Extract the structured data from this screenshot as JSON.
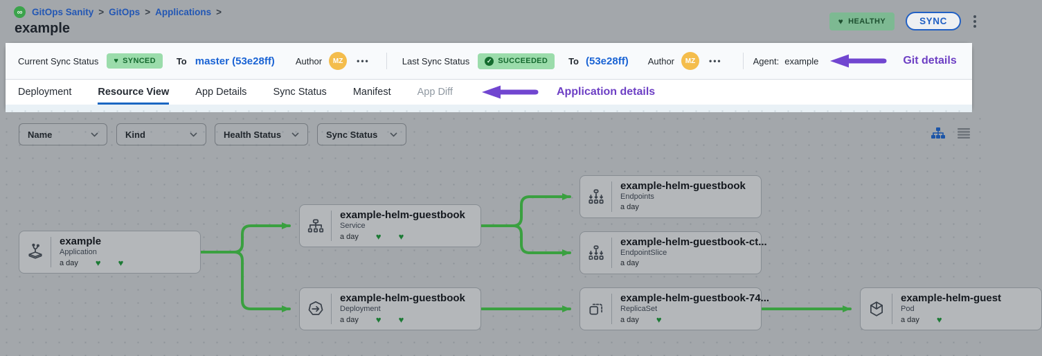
{
  "colors": {
    "accent_blue": "#1a63d4",
    "annotation_purple": "#6d3fc4",
    "edge_green": "#3aa040",
    "heart_green": "#1c7a35",
    "badge_green_bg": "#9bdcab",
    "healthy_badge_bg": "#7db992",
    "avatar_yellow": "#f4bd4c"
  },
  "icons": {
    "heart": "♥",
    "check": "✓",
    "logo": "∞"
  },
  "header": {
    "breadcrumb": {
      "items": [
        "GitOps Sanity",
        "GitOps",
        "Applications"
      ],
      "separator": ">"
    },
    "title": "example",
    "health_badge": "HEALTHY",
    "sync_button": "SYNC"
  },
  "sync_bar": {
    "current_label": "Current Sync Status",
    "current_badge": "SYNCED",
    "to_label": "To",
    "current_revision": "master (53e28ff)",
    "author_label": "Author",
    "avatar_initials": "MZ",
    "more": "•••",
    "last_label": "Last Sync Status",
    "last_badge": "SUCCEEDED",
    "last_to_label": "To",
    "last_revision": "(53e28ff)",
    "last_author_label": "Author",
    "last_avatar_initials": "MZ",
    "last_more": "•••",
    "agent_label": "Agent:",
    "agent_value": "example",
    "annotation": "Git details"
  },
  "tabs": {
    "items": [
      {
        "label": "Deployment",
        "active": false
      },
      {
        "label": "Resource View",
        "active": true
      },
      {
        "label": "App Details",
        "active": false
      },
      {
        "label": "Sync Status",
        "active": false
      },
      {
        "label": "Manifest",
        "active": false
      },
      {
        "label": "App Diff",
        "active": false,
        "disabled": true
      }
    ],
    "annotation": "Application details"
  },
  "filters": {
    "name": "Name",
    "kind": "Kind",
    "health": "Health Status",
    "sync": "Sync Status"
  },
  "graph": {
    "nodes": [
      {
        "title": "example",
        "kind": "Application",
        "age": "a day",
        "hearts": 2
      },
      {
        "title": "example-helm-guestbook",
        "kind": "Service",
        "age": "a day",
        "hearts": 2
      },
      {
        "title": "example-helm-guestbook",
        "kind": "Endpoints",
        "age": "a day",
        "hearts": 0
      },
      {
        "title": "example-helm-guestbook-ct...",
        "kind": "EndpointSlice",
        "age": "a day",
        "hearts": 0
      },
      {
        "title": "example-helm-guestbook",
        "kind": "Deployment",
        "age": "a day",
        "hearts": 2
      },
      {
        "title": "example-helm-guestbook-74...",
        "kind": "ReplicaSet",
        "age": "a day",
        "hearts": 1
      },
      {
        "title": "example-helm-guest",
        "kind": "Pod",
        "age": "a day",
        "hearts": 1
      }
    ]
  }
}
